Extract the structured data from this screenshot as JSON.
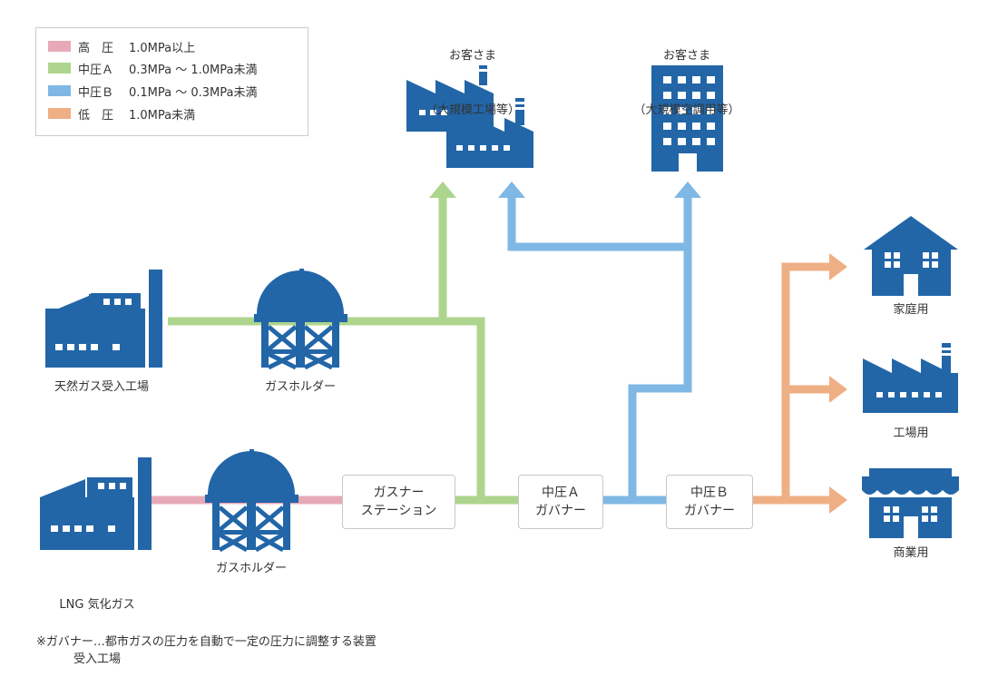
{
  "legend": {
    "items": [
      {
        "name": "高　圧",
        "range": "1.0MPa以上",
        "color": "#e8a9b7"
      },
      {
        "name": "中圧Ａ",
        "range": "0.3MPa 〜 1.0MPa未満",
        "color": "#add58d"
      },
      {
        "name": "中圧Ｂ",
        "range": "0.1MPa 〜 0.3MPa未満",
        "color": "#7fb8e4"
      },
      {
        "name": "低　圧",
        "range": "1.0MPa未満",
        "color": "#efaf85"
      }
    ]
  },
  "customers": {
    "factory": {
      "line1": "お客さま",
      "line2": "（大規模工場等）"
    },
    "building": {
      "line1": "お客さま",
      "line2": "（大規模空調用等）"
    }
  },
  "sources": {
    "natural_gas_plant": "天然ガス受入工場",
    "lng_plant_line1": "LNG 気化ガス",
    "lng_plant_line2": "受入工場",
    "holder_top": "ガスホルダー",
    "holder_bottom": "ガスホルダー"
  },
  "stations": {
    "gas_station": {
      "line1": "ガスナー",
      "line2": "ステーション"
    },
    "governor_a": {
      "line1": "中圧Ａ",
      "line2": "ガバナー"
    },
    "governor_b": {
      "line1": "中圧Ｂ",
      "line2": "ガバナー"
    }
  },
  "end_users": {
    "home": "家庭用",
    "industry": "工場用",
    "commercial": "商業用"
  },
  "footnote": "※ガバナー…都市ガスの圧力を自動で一定の圧力に調整する装置",
  "colors": {
    "icon": "#2266a8",
    "high": "#e8a9b7",
    "medium_a": "#add58d",
    "medium_b": "#7fb8e4",
    "low": "#efaf85"
  }
}
